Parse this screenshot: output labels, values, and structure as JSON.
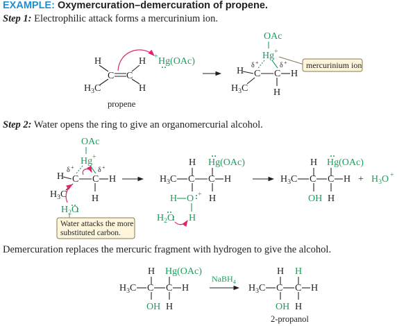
{
  "header": {
    "label": "EXAMPLE:",
    "title": "Oxymercuration–demercuration of propene."
  },
  "step1": {
    "label": "Step 1:",
    "text": "Electrophilic attack forms a mercurinium ion."
  },
  "step2": {
    "label": "Step 2:",
    "text": "Water opens the ring to give an organomercurial alcohol."
  },
  "demercuration_text": "Demercuration replaces the mercuric fragment with hydrogen to give the alcohol.",
  "labels": {
    "propene": "propene",
    "mercurinium_ion": "mercurinium ion",
    "water_attacks_line1": "Water attacks the more",
    "water_attacks_line2": "substituted carbon.",
    "reagent": "NaBH4",
    "product": "2-propanol",
    "plus": "+"
  },
  "atoms": {
    "H": "H",
    "C": "C",
    "H3C": "H3C",
    "OAc": "OAc",
    "Hg": "Hg",
    "HgOAc": "Hg(OAc)",
    "OH": "OH",
    "H2O": "H2O",
    "O": "O",
    "H3O": "H3O",
    "delta": "δ",
    "plus_sign": "+"
  },
  "colors": {
    "accent_blue": "#1f8fd1",
    "mercury_green": "#18a05a",
    "arrow_pink": "#e2246e",
    "callout_fill": "#fdf6dd"
  }
}
